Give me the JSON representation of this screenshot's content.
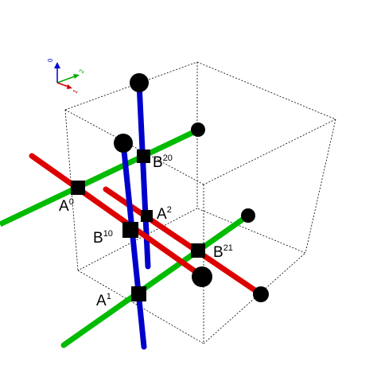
{
  "colors": {
    "background": "#ffffff",
    "red_rod": "#dd0000",
    "green_rod": "#00bb00",
    "blue_rod": "#0000cc",
    "node": "#000000",
    "box_edge": "#000000"
  },
  "axis_gizmo": {
    "x_label": "1",
    "y_label": "2",
    "z_label": "0",
    "x_color": "#cc0000",
    "y_color": "#00aa00",
    "z_color": "#0000cc"
  },
  "labels": {
    "A0": {
      "base": "A",
      "sup": "0"
    },
    "A1": {
      "base": "A",
      "sup": "1"
    },
    "A2": {
      "base": "A",
      "sup": "2"
    },
    "B10": {
      "base": "B",
      "sup": "10"
    },
    "B20": {
      "base": "B",
      "sup": "20"
    },
    "B21": {
      "base": "B",
      "sup": "21"
    }
  }
}
